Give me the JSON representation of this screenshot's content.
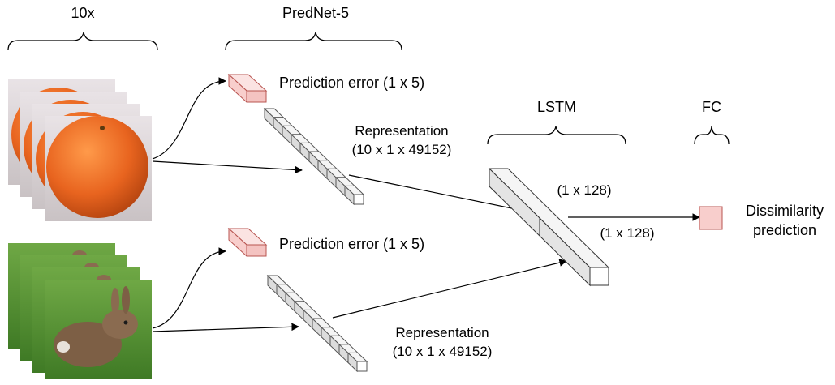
{
  "labels": {
    "frames": "10x",
    "prednet": "PredNet-5",
    "lstm": "LSTM",
    "fc": "FC",
    "pred_error_top": "Prediction error (1 x 5)",
    "pred_error_bottom": "Prediction error (1 x 5)",
    "representation_top_1": "Representation",
    "representation_top_2": "(10 x 1 x 49152)",
    "representation_bottom_1": "Representation",
    "representation_bottom_2": "(10 x 1 x 49152)",
    "lstm_out_top": "(1 x 128)",
    "lstm_out_bottom": "(1 x 128)",
    "output_1": "Dissimilarity",
    "output_2": "prediction"
  },
  "colors": {
    "error_fill": "#f8cecc",
    "error_stroke": "#b85450",
    "block_fill": "#f5f5f5",
    "block_side": "#dcdcdc",
    "block_stroke": "#555555",
    "orange": "#e8641f",
    "grass": "#5f9a3a"
  },
  "icons": {
    "top_image": "orange-photo",
    "bottom_image": "rabbit-photo"
  }
}
